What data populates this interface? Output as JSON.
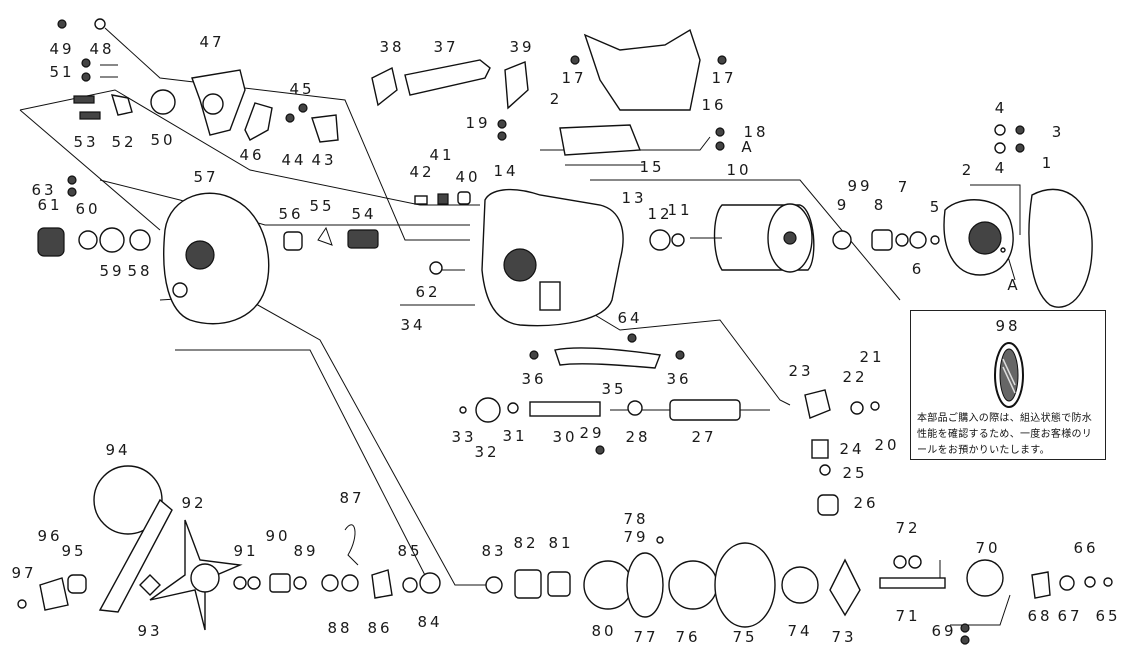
{
  "labels": {
    "p1": "1",
    "p2": "2",
    "p2b": "2",
    "p3": "3",
    "p4": "4",
    "p4b": "4",
    "p5": "5",
    "p6": "6",
    "p7": "7",
    "p8": "8",
    "p9": "9",
    "p10": "10",
    "p11": "11",
    "p12": "12",
    "p13": "13",
    "p14": "14",
    "p15": "15",
    "p16": "16",
    "p17": "17",
    "p17b": "17",
    "p18": "18",
    "p19": "19",
    "p20": "20",
    "p21": "21",
    "p22": "22",
    "p23": "23",
    "p24": "24",
    "p25": "25",
    "p26": "26",
    "p27": "27",
    "p28": "28",
    "p29": "29",
    "p30": "30",
    "p31": "31",
    "p32": "32",
    "p33": "33",
    "p34": "34",
    "p35": "35",
    "p36": "36",
    "p36b": "36",
    "p37": "37",
    "p38": "38",
    "p39": "39",
    "p40": "40",
    "p41": "41",
    "p42": "42",
    "p43": "43",
    "p44": "44",
    "p45": "45",
    "p46": "46",
    "p47": "47",
    "p48": "48",
    "p49": "49",
    "p50": "50",
    "p51": "51",
    "p52": "52",
    "p53": "53",
    "p54": "54",
    "p55": "55",
    "p56": "56",
    "p57": "57",
    "p58": "58",
    "p59": "59",
    "p60": "60",
    "p61": "61",
    "p62": "62",
    "p63": "63",
    "p64": "64",
    "p65": "65",
    "p66": "66",
    "p67": "67",
    "p68": "68",
    "p69": "69",
    "p70": "70",
    "p71": "71",
    "p72": "72",
    "p73": "73",
    "p74": "74",
    "p75": "75",
    "p76": "76",
    "p77": "77",
    "p78": "78",
    "p79": "79",
    "p80": "80",
    "p81": "81",
    "p82": "82",
    "p83": "83",
    "p84": "84",
    "p85": "85",
    "p86": "86",
    "p87": "87",
    "p88": "88",
    "p89": "89",
    "p90": "90",
    "p91": "91",
    "p92": "92",
    "p93": "93",
    "p94": "94",
    "p95": "95",
    "p96": "96",
    "p97": "97",
    "p99": "99",
    "markA1": "A",
    "markA2": "A"
  },
  "note": {
    "number": "98",
    "text": "本部品ご購入の際は、組込状態で防水性能を確認するため、一度お客様のリールをお預かりいたします。"
  }
}
